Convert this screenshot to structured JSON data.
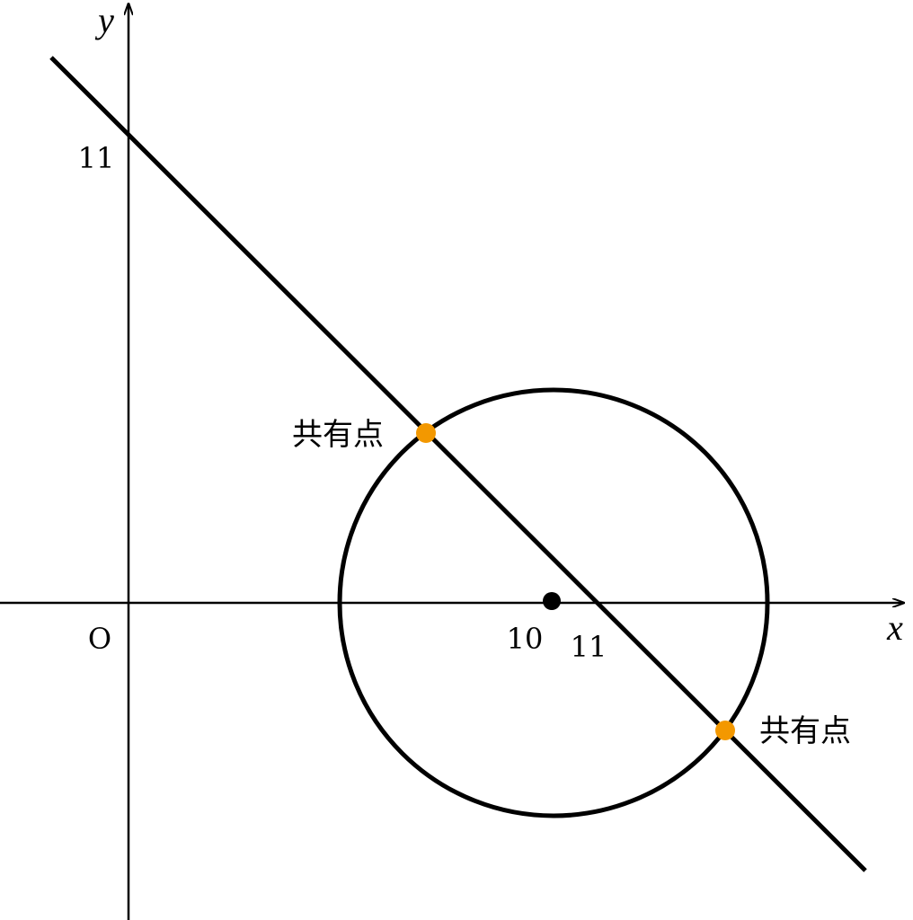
{
  "axes": {
    "x_label": "x",
    "y_label": "y",
    "origin_label": "O"
  },
  "ticks": {
    "y_intercept": "11",
    "x_ten": "10",
    "x_eleven": "11"
  },
  "intersection_label": "共有点",
  "colors": {
    "stroke": "#000000",
    "intersection_point": "#f39800",
    "center_point": "#000000"
  }
}
